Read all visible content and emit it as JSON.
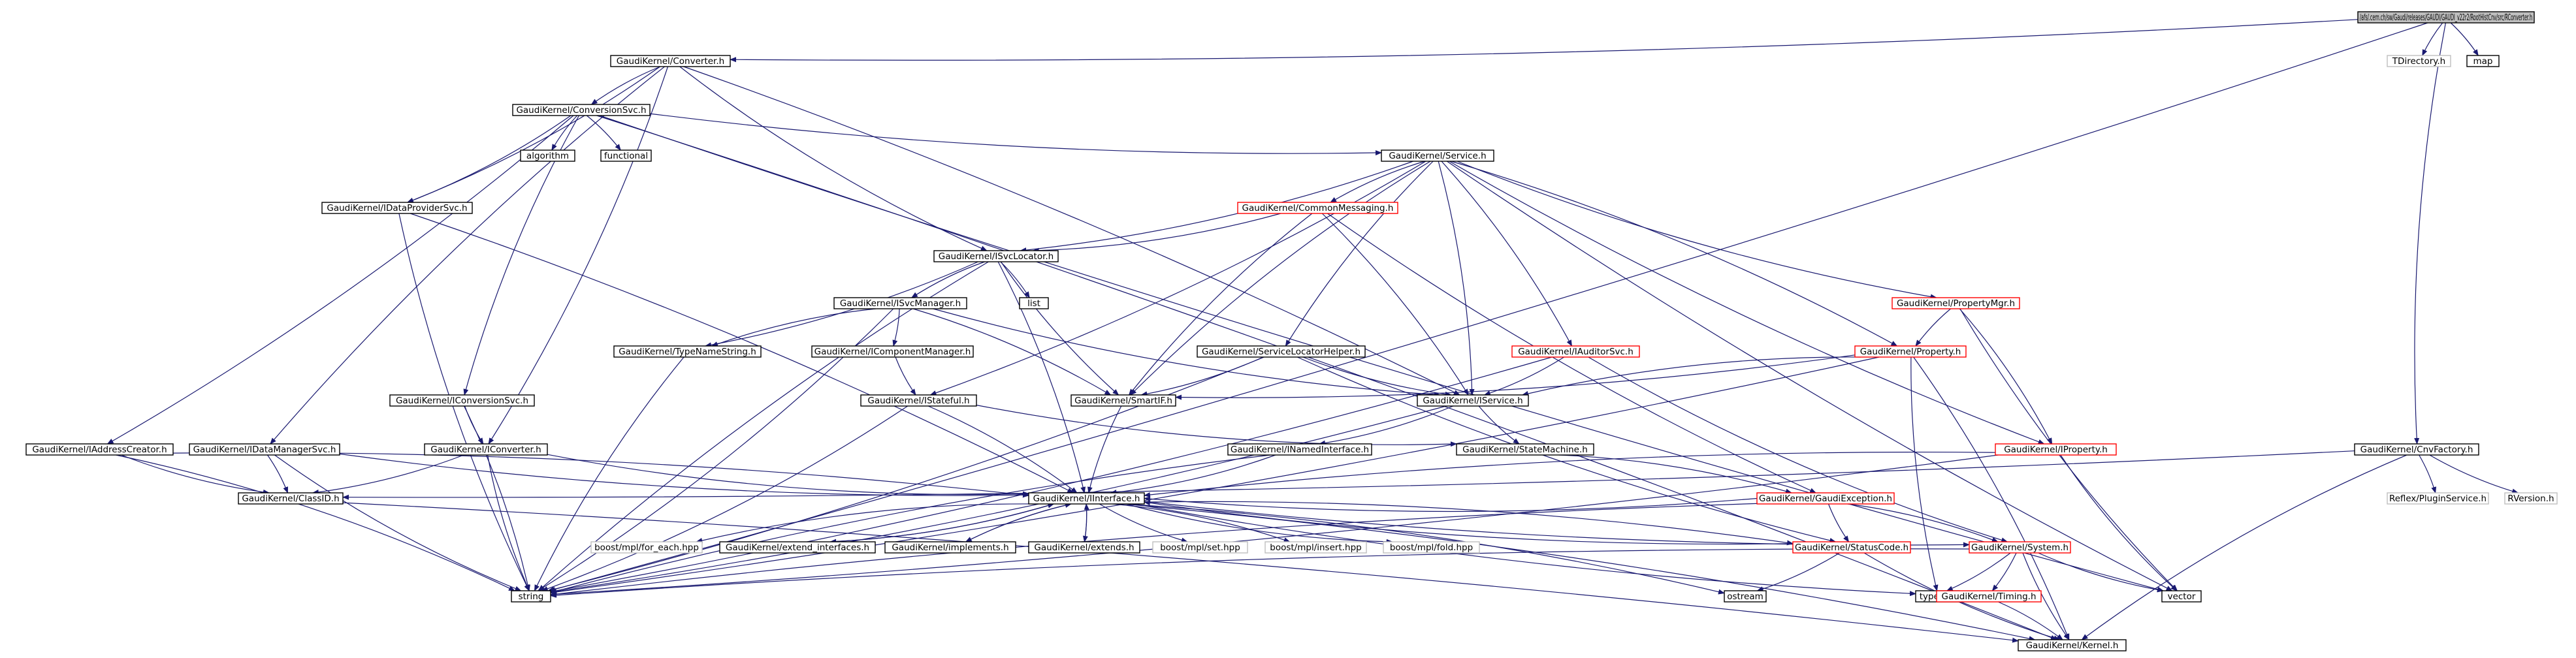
{
  "colors": {
    "edge": "#191970",
    "root_fill": "#bfbfbf",
    "root_border": "#000000",
    "linked_border": "#000000",
    "error_border": "#ff0000",
    "plain_border": "#bfbfbf",
    "node_fill": "#ffffff"
  },
  "nodes": [
    {
      "id": "root",
      "label": "/afs/.cern.ch/sw/Gaudi/releases/GAUDI/GAUDI_v22r2/RootHistCnv/src/RConverter.h",
      "style": "root"
    },
    {
      "id": "conv",
      "label": "GaudiKernel/Converter.h",
      "style": "linked"
    },
    {
      "id": "tdir",
      "label": "TDirectory.h",
      "style": "plain"
    },
    {
      "id": "map",
      "label": "map",
      "style": "linked"
    },
    {
      "id": "cnvsvc",
      "label": "GaudiKernel/ConversionSvc.h",
      "style": "linked"
    },
    {
      "id": "algo",
      "label": "algorithm",
      "style": "linked"
    },
    {
      "id": "func",
      "label": "functional",
      "style": "linked"
    },
    {
      "id": "svc",
      "label": "GaudiKernel/Service.h",
      "style": "linked"
    },
    {
      "id": "idps",
      "label": "GaudiKernel/IDataProviderSvc.h",
      "style": "linked"
    },
    {
      "id": "cmsg",
      "label": "GaudiKernel/CommonMessaging.h",
      "style": "error"
    },
    {
      "id": "isl",
      "label": "GaudiKernel/ISvcLocator.h",
      "style": "linked"
    },
    {
      "id": "list",
      "label": "list",
      "style": "linked"
    },
    {
      "id": "ism",
      "label": "GaudiKernel/ISvcManager.h",
      "style": "linked"
    },
    {
      "id": "pmgr",
      "label": "GaudiKernel/PropertyMgr.h",
      "style": "error"
    },
    {
      "id": "tns",
      "label": "GaudiKernel/TypeNameString.h",
      "style": "linked"
    },
    {
      "id": "icm",
      "label": "GaudiKernel/IComponentManager.h",
      "style": "linked"
    },
    {
      "id": "slh",
      "label": "GaudiKernel/ServiceLocatorHelper.h",
      "style": "linked"
    },
    {
      "id": "iaud",
      "label": "GaudiKernel/IAuditorSvc.h",
      "style": "error"
    },
    {
      "id": "prop",
      "label": "GaudiKernel/Property.h",
      "style": "error"
    },
    {
      "id": "icnvs",
      "label": "GaudiKernel/IConversionSvc.h",
      "style": "linked"
    },
    {
      "id": "ist",
      "label": "GaudiKernel/IStateful.h",
      "style": "linked"
    },
    {
      "id": "sif",
      "label": "GaudiKernel/SmartIF.h",
      "style": "linked"
    },
    {
      "id": "isvc",
      "label": "GaudiKernel/IService.h",
      "style": "linked"
    },
    {
      "id": "iac",
      "label": "GaudiKernel/IAddressCreator.h",
      "style": "linked"
    },
    {
      "id": "idms",
      "label": "GaudiKernel/IDataManagerSvc.h",
      "style": "linked"
    },
    {
      "id": "icnv",
      "label": "GaudiKernel/IConverter.h",
      "style": "linked"
    },
    {
      "id": "ini",
      "label": "GaudiKernel/INamedInterface.h",
      "style": "linked"
    },
    {
      "id": "stm",
      "label": "GaudiKernel/StateMachine.h",
      "style": "linked"
    },
    {
      "id": "iprop",
      "label": "GaudiKernel/IProperty.h",
      "style": "error"
    },
    {
      "id": "cnvf",
      "label": "GaudiKernel/CnvFactory.h",
      "style": "linked"
    },
    {
      "id": "reflex",
      "label": "Reflex/PluginService.h",
      "style": "plain"
    },
    {
      "id": "rver",
      "label": "RVersion.h",
      "style": "plain"
    },
    {
      "id": "clid",
      "label": "GaudiKernel/ClassID.h",
      "style": "linked"
    },
    {
      "id": "iint",
      "label": "GaudiKernel/IInterface.h",
      "style": "linked"
    },
    {
      "id": "gexc",
      "label": "GaudiKernel/GaudiException.h",
      "style": "error"
    },
    {
      "id": "foreach",
      "label": "boost/mpl/for_each.hpp",
      "style": "plain"
    },
    {
      "id": "extif",
      "label": "GaudiKernel/extend_interfaces.h",
      "style": "linked"
    },
    {
      "id": "impl",
      "label": "GaudiKernel/implements.h",
      "style": "linked"
    },
    {
      "id": "ext",
      "label": "GaudiKernel/extends.h",
      "style": "linked"
    },
    {
      "id": "mset",
      "label": "boost/mpl/set.hpp",
      "style": "plain"
    },
    {
      "id": "mins",
      "label": "boost/mpl/insert.hpp",
      "style": "plain"
    },
    {
      "id": "mfold",
      "label": "boost/mpl/fold.hpp",
      "style": "plain"
    },
    {
      "id": "stc",
      "label": "GaudiKernel/StatusCode.h",
      "style": "error"
    },
    {
      "id": "sys",
      "label": "GaudiKernel/System.h",
      "style": "error"
    },
    {
      "id": "string",
      "label": "string",
      "style": "linked"
    },
    {
      "id": "ostream",
      "label": "ostream",
      "style": "linked"
    },
    {
      "id": "typeinfo",
      "label": "typeinfo",
      "style": "linked"
    },
    {
      "id": "timing",
      "label": "GaudiKernel/Timing.h",
      "style": "error"
    },
    {
      "id": "vector",
      "label": "vector",
      "style": "linked"
    },
    {
      "id": "kernel",
      "label": "GaudiKernel/Kernel.h",
      "style": "linked"
    }
  ],
  "edges": [
    [
      "root",
      "conv"
    ],
    [
      "root",
      "tdir"
    ],
    [
      "root",
      "map"
    ],
    [
      "root",
      "cnvf"
    ],
    [
      "root",
      "string"
    ],
    [
      "conv",
      "cnvsvc"
    ],
    [
      "conv",
      "idps"
    ],
    [
      "conv",
      "idms"
    ],
    [
      "conv",
      "icnv"
    ],
    [
      "conv",
      "isl"
    ],
    [
      "conv",
      "isvc"
    ],
    [
      "cnvsvc",
      "algo"
    ],
    [
      "cnvsvc",
      "func"
    ],
    [
      "cnvsvc",
      "svc"
    ],
    [
      "cnvsvc",
      "idps"
    ],
    [
      "cnvsvc",
      "icnvs"
    ],
    [
      "cnvsvc",
      "iac"
    ],
    [
      "cnvsvc",
      "vector"
    ],
    [
      "cnvsvc",
      "kernel"
    ],
    [
      "svc",
      "cmsg"
    ],
    [
      "svc",
      "isl"
    ],
    [
      "svc",
      "slh"
    ],
    [
      "svc",
      "iaud"
    ],
    [
      "svc",
      "pmgr"
    ],
    [
      "svc",
      "prop"
    ],
    [
      "svc",
      "iprop"
    ],
    [
      "svc",
      "ist"
    ],
    [
      "svc",
      "sif"
    ],
    [
      "svc",
      "isvc"
    ],
    [
      "svc",
      "vector"
    ],
    [
      "cmsg",
      "isl"
    ],
    [
      "cmsg",
      "sif"
    ],
    [
      "cmsg",
      "isvc"
    ],
    [
      "cmsg",
      "gexc"
    ],
    [
      "idps",
      "iint"
    ],
    [
      "idps",
      "string"
    ],
    [
      "isl",
      "list"
    ],
    [
      "isl",
      "ism"
    ],
    [
      "isl",
      "tns"
    ],
    [
      "isl",
      "sif"
    ],
    [
      "isl",
      "iint"
    ],
    [
      "isl",
      "string"
    ],
    [
      "ism",
      "icm"
    ],
    [
      "ism",
      "tns"
    ],
    [
      "ism",
      "sif"
    ],
    [
      "ism",
      "isvc"
    ],
    [
      "ism",
      "string"
    ],
    [
      "icm",
      "ist"
    ],
    [
      "slh",
      "sif"
    ],
    [
      "slh",
      "isvc"
    ],
    [
      "slh",
      "string"
    ],
    [
      "slh",
      "stc"
    ],
    [
      "iaud",
      "isvc"
    ],
    [
      "iaud",
      "sys"
    ],
    [
      "iaud",
      "string"
    ],
    [
      "pmgr",
      "prop"
    ],
    [
      "pmgr",
      "iprop"
    ],
    [
      "pmgr",
      "vector"
    ],
    [
      "prop",
      "sif"
    ],
    [
      "prop",
      "isvc"
    ],
    [
      "prop",
      "string"
    ],
    [
      "prop",
      "typeinfo"
    ],
    [
      "prop",
      "kernel"
    ],
    [
      "tns",
      "string"
    ],
    [
      "ist",
      "iint"
    ],
    [
      "ist",
      "stm"
    ],
    [
      "ist",
      "string"
    ],
    [
      "sif",
      "iint"
    ],
    [
      "isvc",
      "ini"
    ],
    [
      "isvc",
      "stm"
    ],
    [
      "isvc",
      "string"
    ],
    [
      "icnvs",
      "icnv"
    ],
    [
      "icnvs",
      "string"
    ],
    [
      "icnv",
      "iint"
    ],
    [
      "icnv",
      "clid"
    ],
    [
      "icnv",
      "string"
    ],
    [
      "iac",
      "iint"
    ],
    [
      "iac",
      "clid"
    ],
    [
      "iac",
      "string"
    ],
    [
      "idms",
      "iint"
    ],
    [
      "idms",
      "clid"
    ],
    [
      "idms",
      "string"
    ],
    [
      "ini",
      "iint"
    ],
    [
      "ini",
      "string"
    ],
    [
      "stm",
      "gexc"
    ],
    [
      "iprop",
      "iint"
    ],
    [
      "iprop",
      "string"
    ],
    [
      "iprop",
      "vector"
    ],
    [
      "cnvf",
      "reflex"
    ],
    [
      "cnvf",
      "rver"
    ],
    [
      "cnvf",
      "clid"
    ],
    [
      "cnvf",
      "kernel"
    ],
    [
      "clid",
      "kernel"
    ],
    [
      "iint",
      "foreach"
    ],
    [
      "iint",
      "extif"
    ],
    [
      "iint",
      "impl"
    ],
    [
      "iint",
      "ext"
    ],
    [
      "iint",
      "mset"
    ],
    [
      "iint",
      "mins"
    ],
    [
      "iint",
      "mfold"
    ],
    [
      "iint",
      "stc"
    ],
    [
      "iint",
      "sys"
    ],
    [
      "iint",
      "ostream"
    ],
    [
      "iint",
      "typeinfo"
    ],
    [
      "iint",
      "kernel"
    ],
    [
      "extif",
      "iint"
    ],
    [
      "impl",
      "iint"
    ],
    [
      "ext",
      "iint"
    ],
    [
      "gexc",
      "iint"
    ],
    [
      "gexc",
      "stc"
    ],
    [
      "gexc",
      "sys"
    ],
    [
      "gexc",
      "string"
    ],
    [
      "stc",
      "ostream"
    ],
    [
      "stc",
      "kernel"
    ],
    [
      "stc",
      "iint"
    ],
    [
      "sys",
      "string"
    ],
    [
      "sys",
      "typeinfo"
    ],
    [
      "sys",
      "vector"
    ],
    [
      "sys",
      "timing"
    ],
    [
      "sys",
      "kernel"
    ],
    [
      "timing",
      "kernel"
    ]
  ]
}
